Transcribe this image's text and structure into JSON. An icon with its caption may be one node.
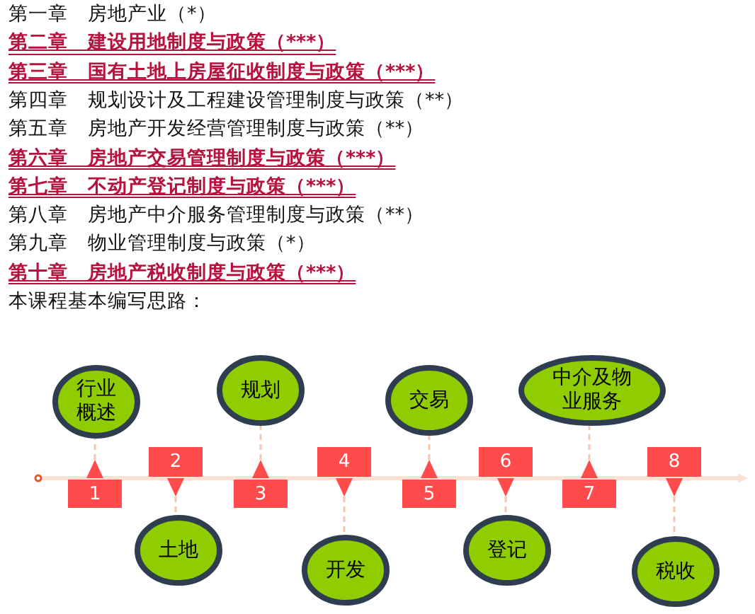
{
  "diagram": {
    "nodes": [
      {
        "text": [
          "1"
        ]
      },
      {
        "text": [
          "2"
        ]
      },
      {
        "text": [
          "3"
        ]
      },
      {
        "text": [
          "4"
        ]
      },
      {
        "text": [
          "5"
        ]
      },
      {
        "text": [
          "6"
        ]
      },
      {
        "text": [
          "7"
        ]
      },
      {
        "text": [
          "8"
        ]
      },
      {
        "text": [
          "行业概述"
        ]
      },
      {
        "text": [
          "土地"
        ]
      },
      {
        "text": [
          "规划"
        ]
      },
      {
        "text": [
          "开发"
        ]
      },
      {
        "text": [
          "交易"
        ]
      },
      {
        "text": [
          "登记"
        ]
      },
      {
        "text": [
          "中介及物业服务"
        ]
      },
      {
        "text": [
          "税收"
        ]
      }
    ],
    "edges": [
      {
        "from": 0,
        "to": 8,
        "arrow": "none",
        "style": "dashed"
      },
      {
        "from": 1,
        "to": 9,
        "arrow": "none",
        "style": "dashed"
      },
      {
        "from": 2,
        "to": 10,
        "arrow": "none",
        "style": "dashed"
      },
      {
        "from": 3,
        "to": 11,
        "arrow": "none",
        "style": "dashed"
      },
      {
        "from": 4,
        "to": 12,
        "arrow": "none",
        "style": "dashed"
      },
      {
        "from": 5,
        "to": 13,
        "arrow": "none",
        "style": "dashed"
      },
      {
        "from": 6,
        "to": 14,
        "arrow": "none",
        "style": "dashed"
      },
      {
        "from": 7,
        "to": 15,
        "arrow": "none",
        "style": "dashed"
      }
    ],
    "labels": [
      "第一章　房地产业（*）",
      "第二章　建设用地制度与政策（***）",
      "第三章　国有土地上房屋征收制度与政策（***）",
      "第四章　规划设计及工程建设管理制度与政策（**）",
      "第五章　房地产开发经营管理制度与政策（**）",
      "第六章　房地产交易管理制度与政策（***）",
      "第七章　不动产登记制度与政策（***）",
      "第八章　房地产中介服务管理制度与政策（**）",
      "第九章　物业管理制度与政策（*）",
      "第十章　房地产税收制度与政策（***）",
      "本课程基本编写思路："
    ]
  }
}
